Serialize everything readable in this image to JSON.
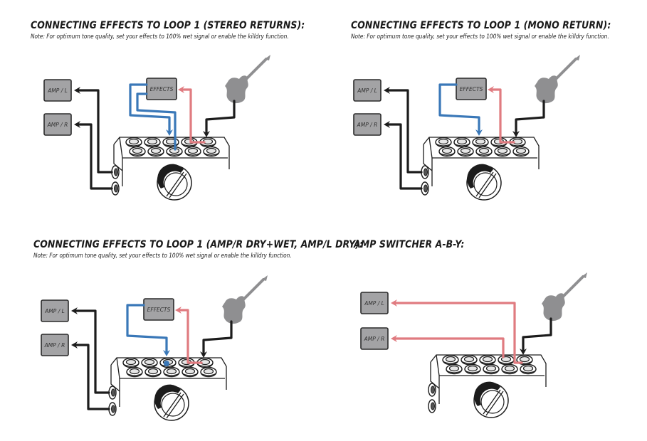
{
  "colors": {
    "send_cable": "#3a78b8",
    "return_cable": "#e07b80",
    "signal_cable": "#1c1c1c",
    "box_fill": "#a3a3a5",
    "guitar": "#8f8f91"
  },
  "panels": [
    {
      "title": "CONNECTING EFFECTS TO LOOP 1 (STEREO RETURNS):",
      "note": "Note: For optimum tone quality, set your effects to 100% wet signal or enable the killdry function.",
      "boxes": {
        "amp_l": "AMP / L",
        "amp_r": "AMP / R",
        "effects": "EFFECTS"
      },
      "variant": "stereo"
    },
    {
      "title": "CONNECTING EFFECTS TO LOOP 1 (MONO RETURN):",
      "note": "Note: For optimum tone quality, set your effects to 100% wet signal or enable the killdry function.",
      "boxes": {
        "amp_l": "AMP / L",
        "amp_r": "AMP / R",
        "effects": "EFFECTS"
      },
      "variant": "mono"
    },
    {
      "title": "CONNECTING EFFECTS TO LOOP 1 (AMP/R DRY+WET, AMP/L DRY):",
      "note": "Note: For optimum tone quality, set your effects to 100% wet signal or enable the killdry function.",
      "boxes": {
        "amp_l": "AMP / L",
        "amp_r": "AMP / R",
        "effects": "EFFECTS"
      },
      "variant": "drywet"
    },
    {
      "title": "AMP SWITCHER A-B-Y:",
      "note": "",
      "boxes": {
        "amp_l": "AMP / L",
        "amp_r": "AMP / R"
      },
      "variant": "aby"
    }
  ]
}
